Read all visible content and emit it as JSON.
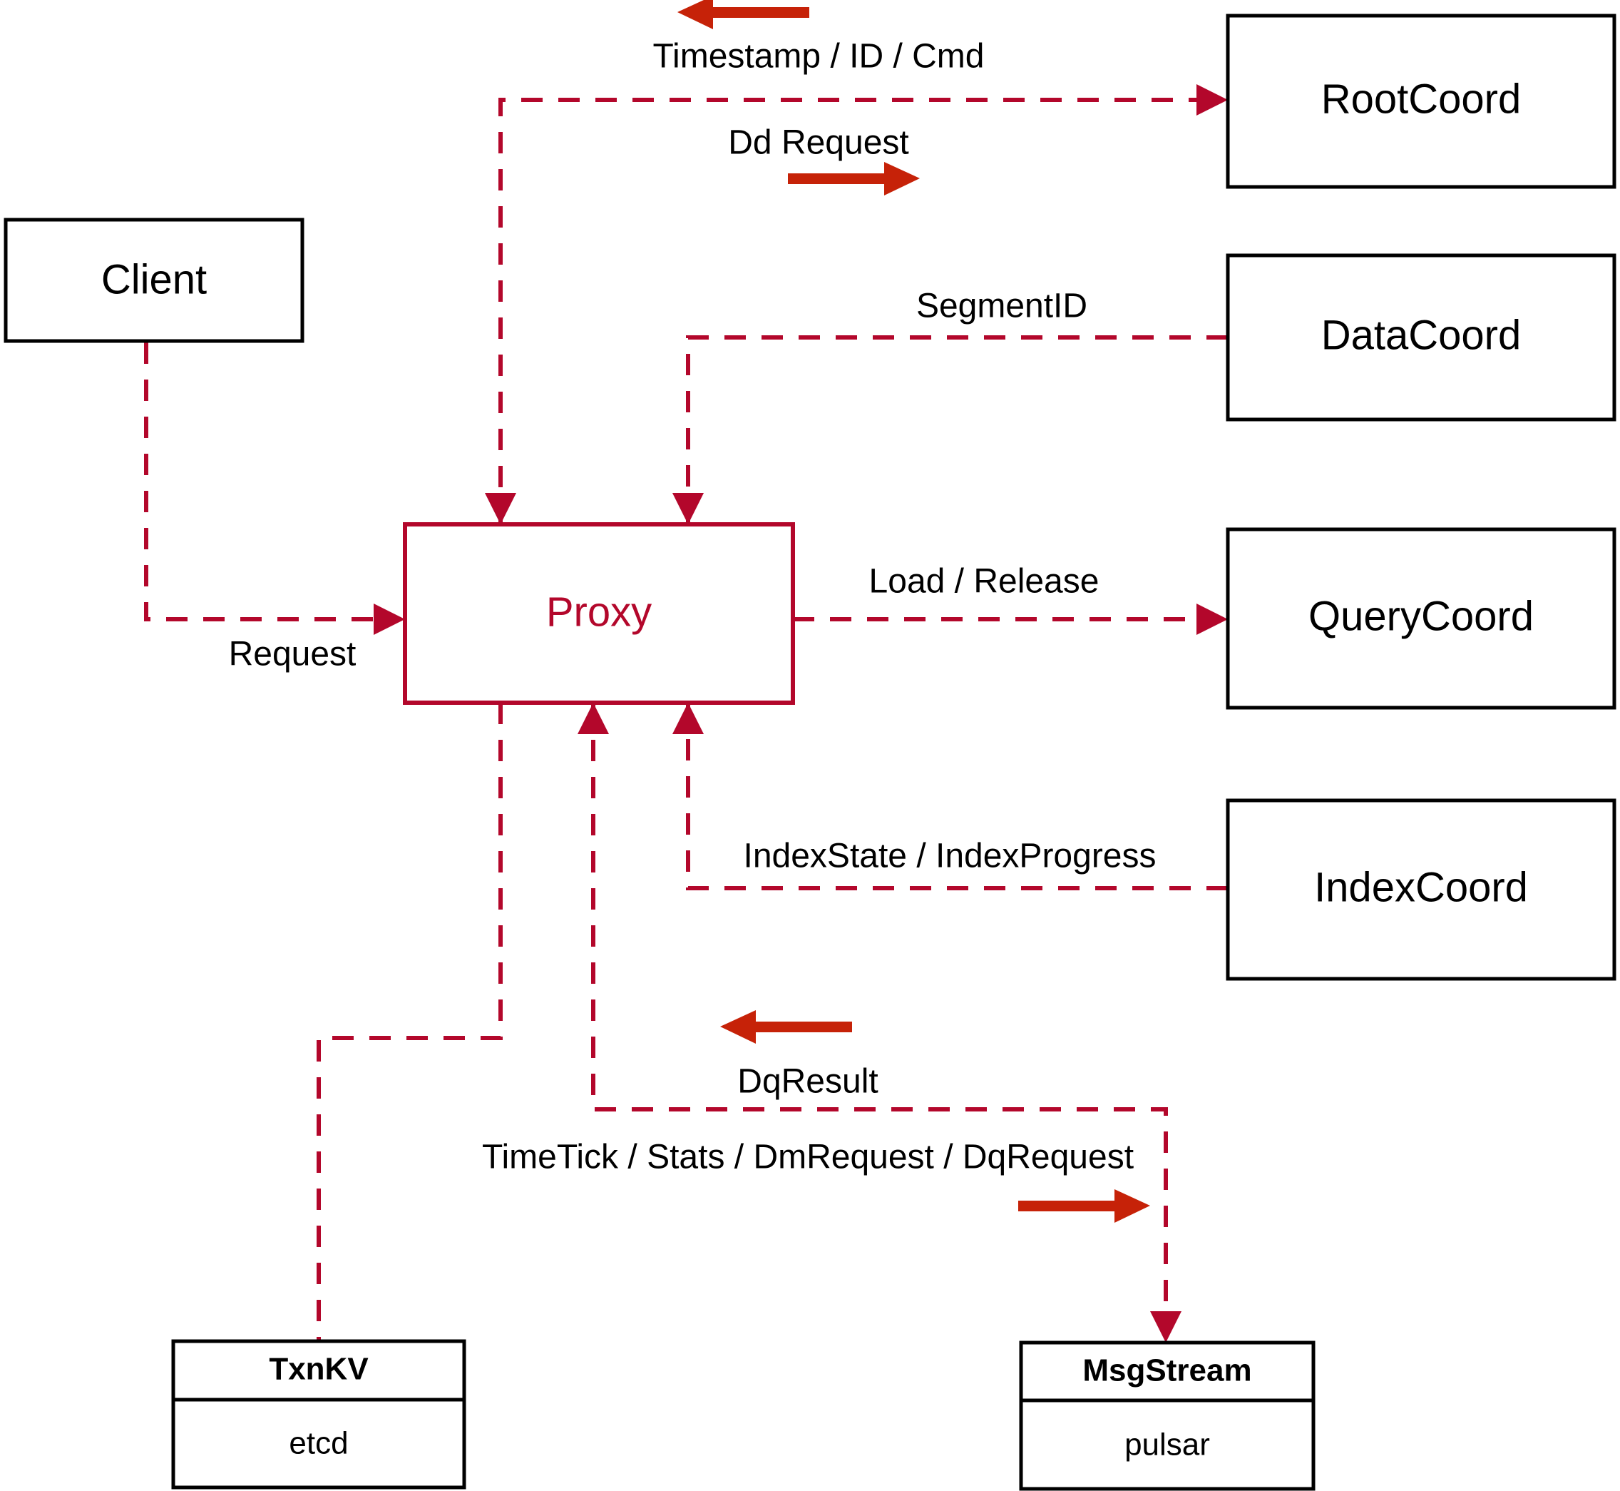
{
  "diagram": {
    "title": "Milvus Proxy interaction diagram",
    "accent_color": "#B3072B",
    "arrow_color": "#C62208",
    "node_border_color": "#000000",
    "background": "#ffffff"
  },
  "nodes": {
    "client": {
      "label": "Client"
    },
    "proxy": {
      "label": "Proxy"
    },
    "root_coord": {
      "label": "RootCoord"
    },
    "data_coord": {
      "label": "DataCoord"
    },
    "query_coord": {
      "label": "QueryCoord"
    },
    "index_coord": {
      "label": "IndexCoord"
    },
    "txnkv": {
      "header": "TxnKV",
      "body": "etcd"
    },
    "msgstream": {
      "header": "MsgStream",
      "body": "pulsar"
    }
  },
  "edges": {
    "client_request": {
      "label": "Request"
    },
    "root_timestamp": {
      "label": "Timestamp / ID / Cmd"
    },
    "root_dd_request": {
      "label": "Dd Request"
    },
    "data_segment_id": {
      "label": "SegmentID"
    },
    "query_load_release": {
      "label": "Load / Release"
    },
    "index_state": {
      "label": "IndexState / IndexProgress"
    },
    "dq_result": {
      "label": "DqResult"
    },
    "timetick_stats": {
      "label": "TimeTick / Stats / DmRequest / DqRequest"
    }
  },
  "direction_markers": [
    {
      "name": "timestamp-direction-arrow",
      "points": "left"
    },
    {
      "name": "dd-request-direction-arrow",
      "points": "right"
    },
    {
      "name": "dqresult-direction-arrow",
      "points": "left"
    },
    {
      "name": "timetick-direction-arrow",
      "points": "right"
    }
  ]
}
